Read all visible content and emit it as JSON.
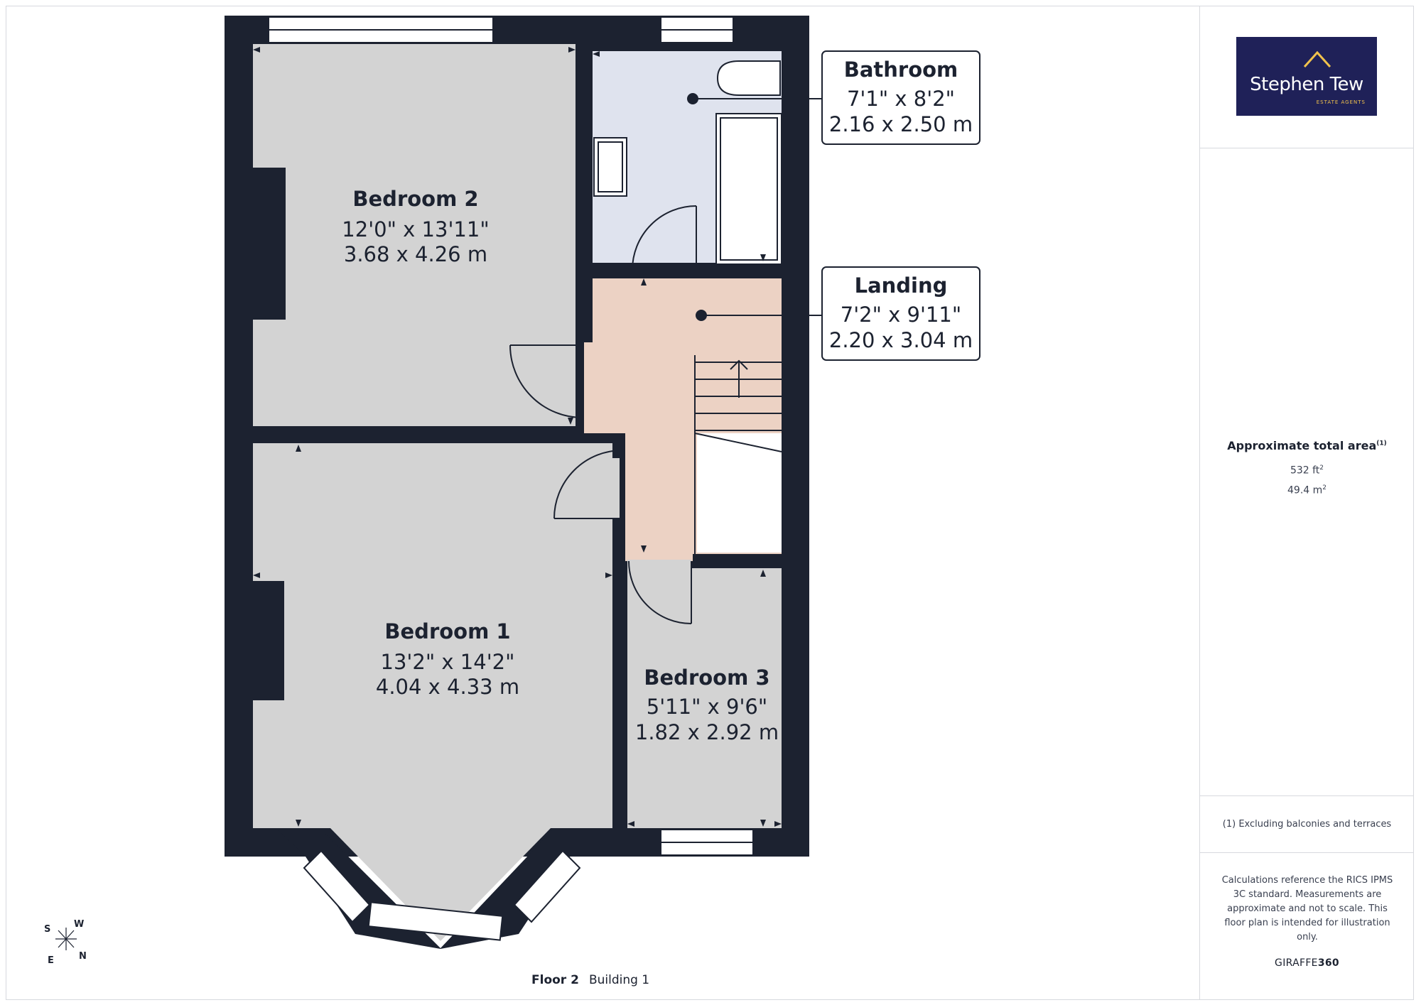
{
  "rooms": {
    "bedroom2": {
      "name": "Bedroom 2",
      "imperial": "12'0\" x 13'11\"",
      "metric": "3.68 x 4.26 m"
    },
    "bathroom": {
      "name": "Bathroom",
      "imperial": "7'1\" x 8'2\"",
      "metric": "2.16 x 2.50 m"
    },
    "landing": {
      "name": "Landing",
      "imperial": "7'2\" x 9'11\"",
      "metric": "2.20 x 3.04 m"
    },
    "bedroom1": {
      "name": "Bedroom 1",
      "imperial": "13'2\" x 14'2\"",
      "metric": "4.04 x 4.33 m"
    },
    "bedroom3": {
      "name": "Bedroom 3",
      "imperial": "5'11\" x 9'6\"",
      "metric": "1.82 x 2.92 m"
    }
  },
  "logo": {
    "name": "Stephen Tew",
    "tagline": "ESTATE AGENTS"
  },
  "area": {
    "title": "Approximate total area",
    "footnote_marker": "(1)",
    "sqft": "532 ft",
    "sqm": "49.4 m",
    "sup": "2"
  },
  "footnote": "(1) Excluding balconies and terraces",
  "disclaimer": "Calculations reference the RICS IPMS 3C standard. Measurements are approximate and not to scale. This floor plan is intended for illustration only.",
  "brand": {
    "prefix": "GIRAFFE",
    "suffix": "360"
  },
  "floor": {
    "label": "Floor 2",
    "building": "Building 1"
  },
  "compass": {
    "s": "S",
    "w": "W",
    "e": "E",
    "n": "N"
  },
  "colors": {
    "wall": "#1c2230",
    "room_gray": "#d3d3d3",
    "bathroom": "#dfe3ee",
    "landing": "#ecd2c4",
    "logo_bg": "#1f2158",
    "logo_accent": "#f1c24c"
  }
}
